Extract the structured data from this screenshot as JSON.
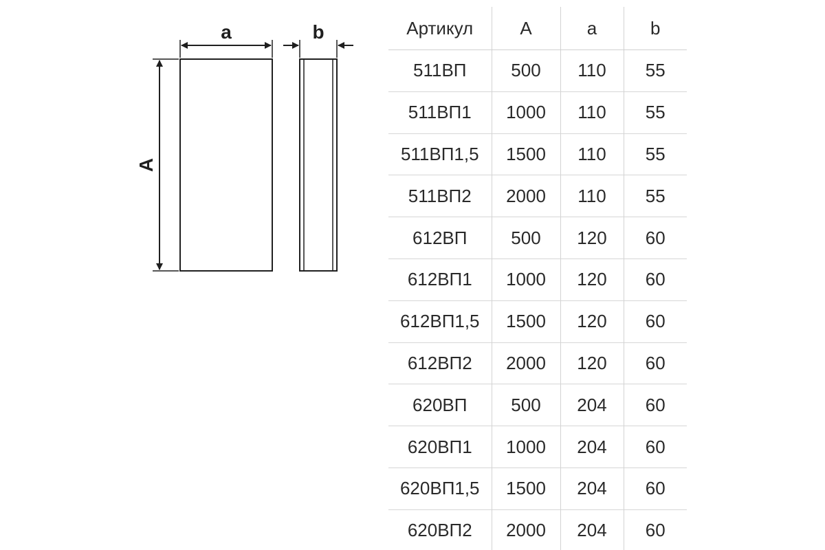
{
  "drawing": {
    "front_width_label": "a",
    "side_width_label": "b",
    "height_label": "A"
  },
  "table": {
    "headers": [
      "Артикул",
      "A",
      "a",
      "b"
    ],
    "rows": [
      [
        "511ВП",
        "500",
        "110",
        "55"
      ],
      [
        "511ВП1",
        "1000",
        "110",
        "55"
      ],
      [
        "511ВП1,5",
        "1500",
        "110",
        "55"
      ],
      [
        "511ВП2",
        "2000",
        "110",
        "55"
      ],
      [
        "612ВП",
        "500",
        "120",
        "60"
      ],
      [
        "612ВП1",
        "1000",
        "120",
        "60"
      ],
      [
        "612ВП1,5",
        "1500",
        "120",
        "60"
      ],
      [
        "612ВП2",
        "2000",
        "120",
        "60"
      ],
      [
        "620ВП",
        "500",
        "204",
        "60"
      ],
      [
        "620ВП1",
        "1000",
        "204",
        "60"
      ],
      [
        "620ВП1,5",
        "1500",
        "204",
        "60"
      ],
      [
        "620ВП2",
        "2000",
        "204",
        "60"
      ]
    ]
  }
}
